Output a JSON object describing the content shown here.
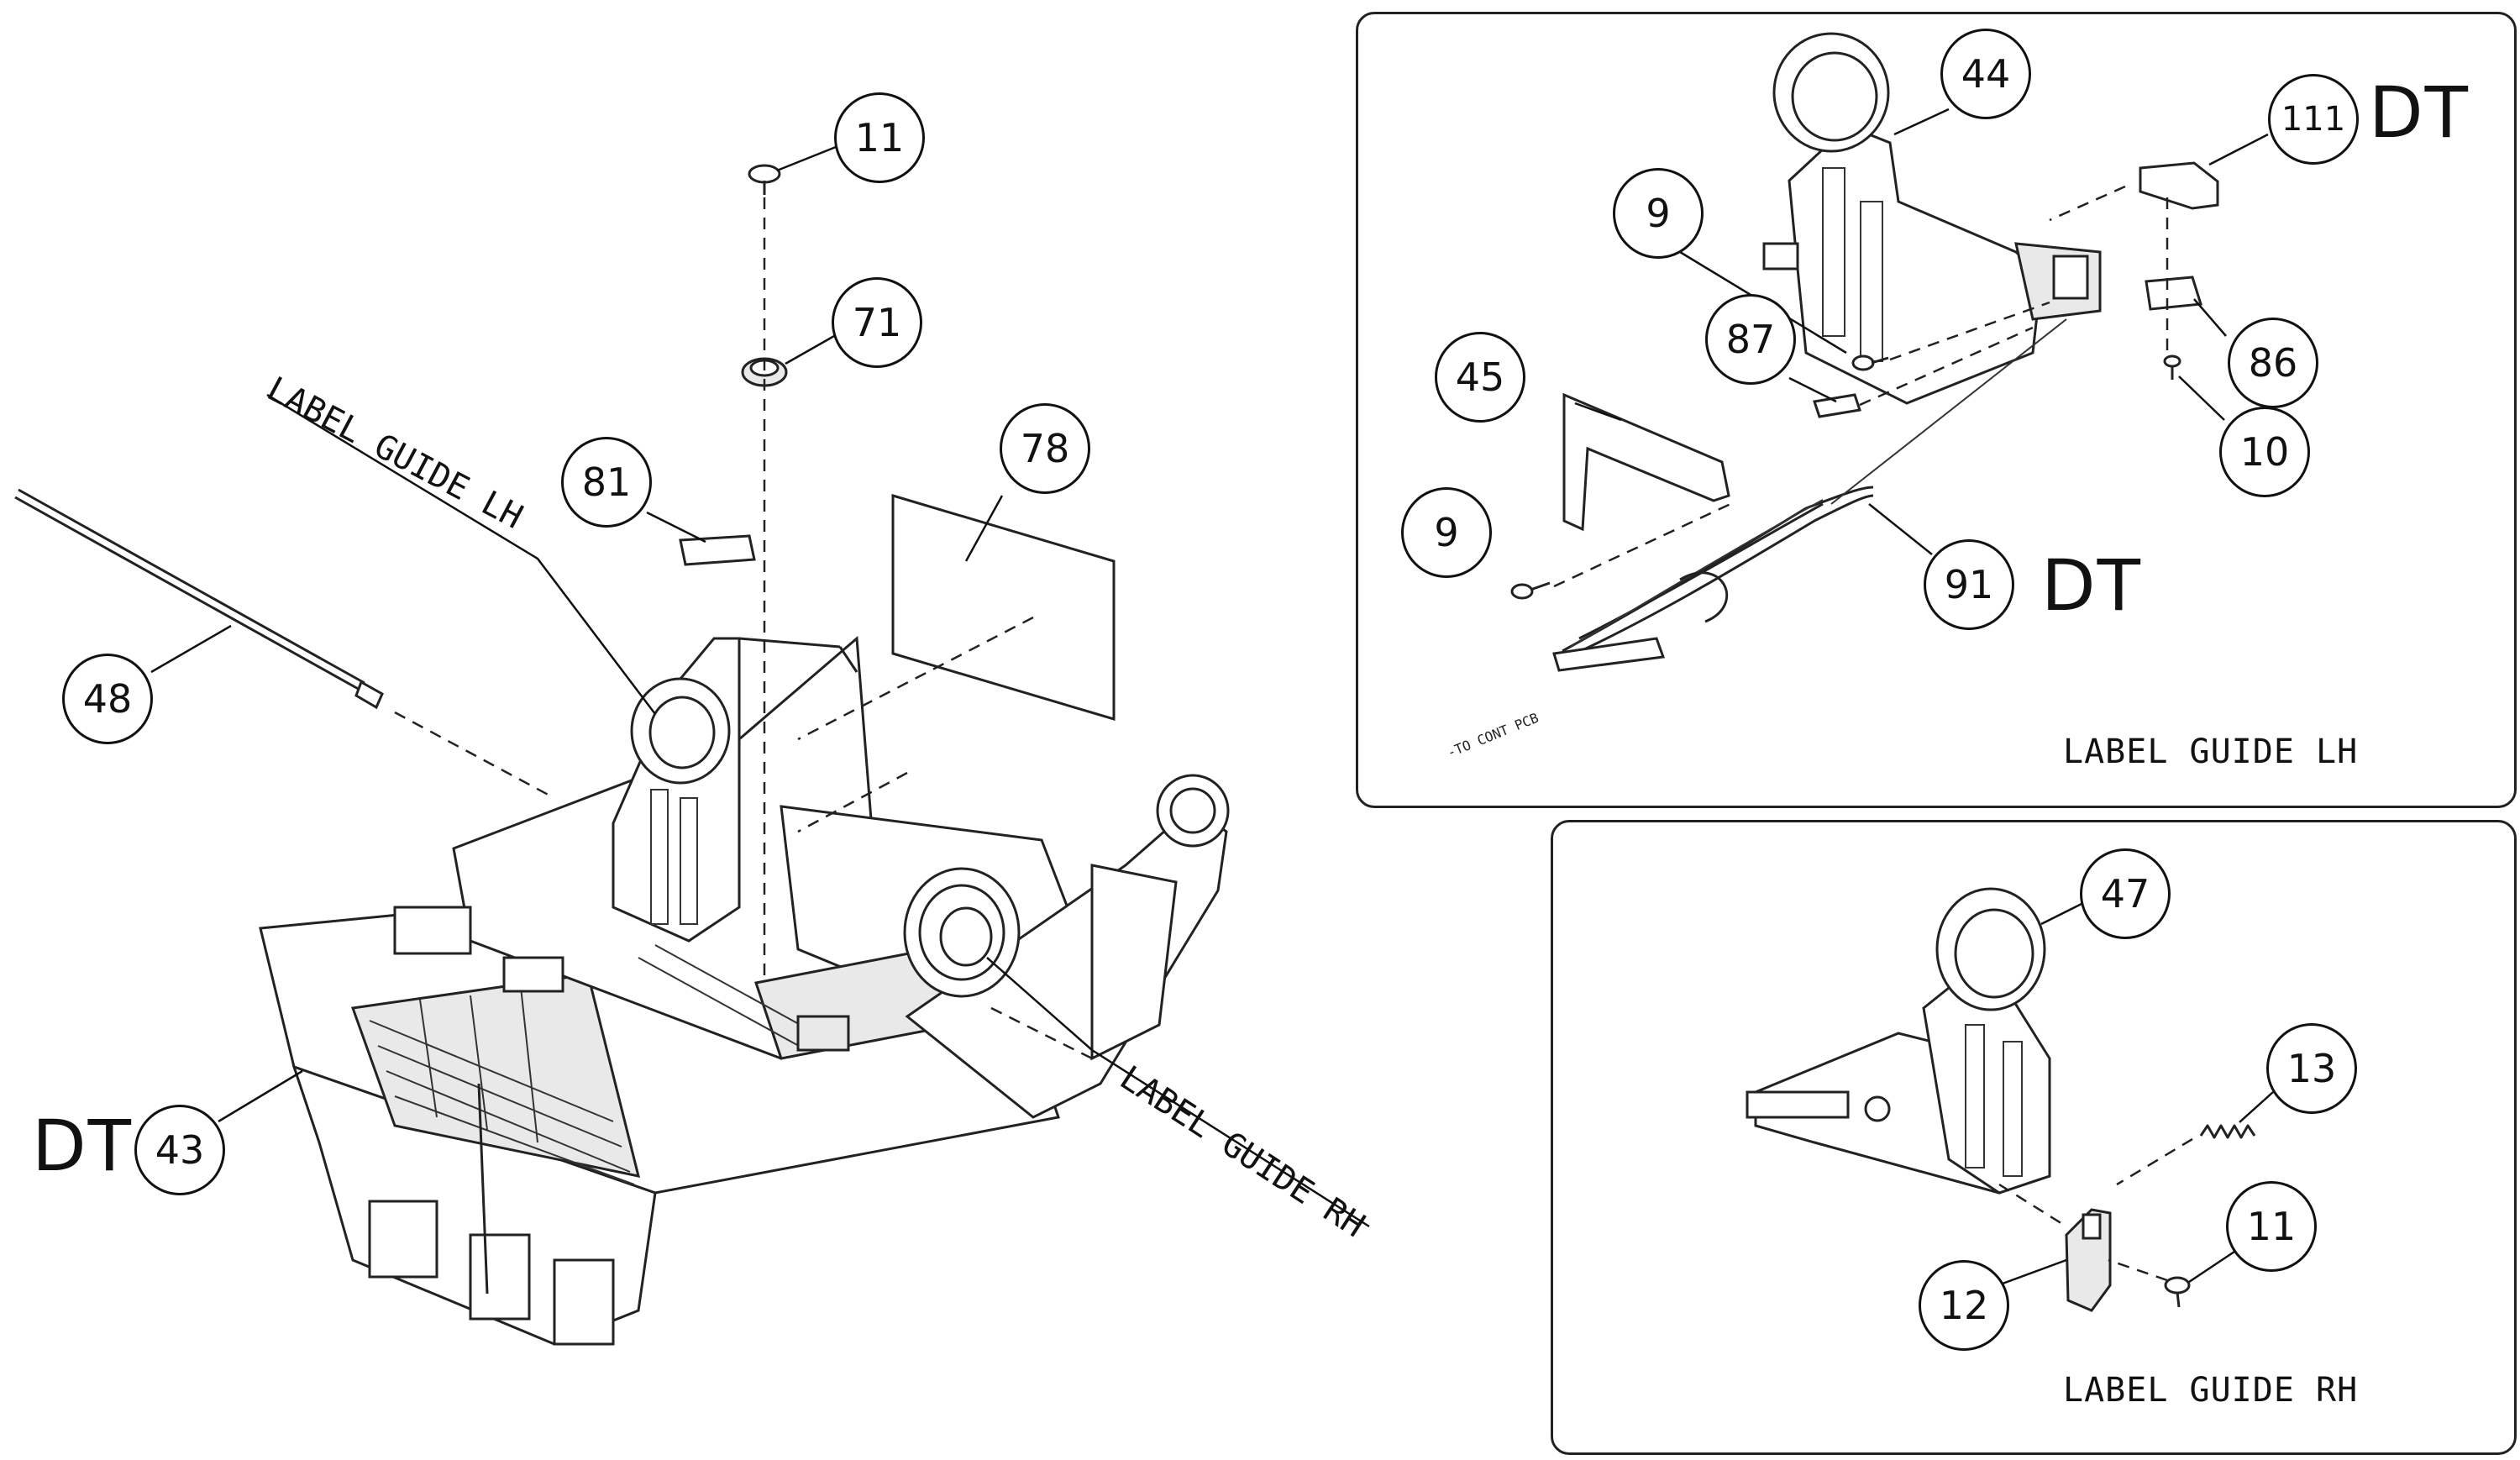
{
  "main_view": {
    "variant_tag": "DT",
    "guide_labels": {
      "lh": "LABEL GUIDE LH",
      "rh": "LABEL GUIDE RH"
    },
    "callouts": {
      "c11": "11",
      "c71": "71",
      "c81": "81",
      "c78": "78",
      "c48": "48",
      "c43": "43"
    }
  },
  "inset_lh": {
    "caption": "LABEL GUIDE LH",
    "variant_tag_1": "DT",
    "variant_tag_2": "DT",
    "cable_note": "-TO CONT PCB",
    "callouts": {
      "c44": "44",
      "c111": "111",
      "c9a": "9",
      "c87": "87",
      "c45": "45",
      "c86": "86",
      "c10": "10",
      "c9b": "9",
      "c91": "91"
    }
  },
  "inset_rh": {
    "caption": "LABEL GUIDE RH",
    "callouts": {
      "c47": "47",
      "c13": "13",
      "c11": "11",
      "c12": "12"
    }
  }
}
